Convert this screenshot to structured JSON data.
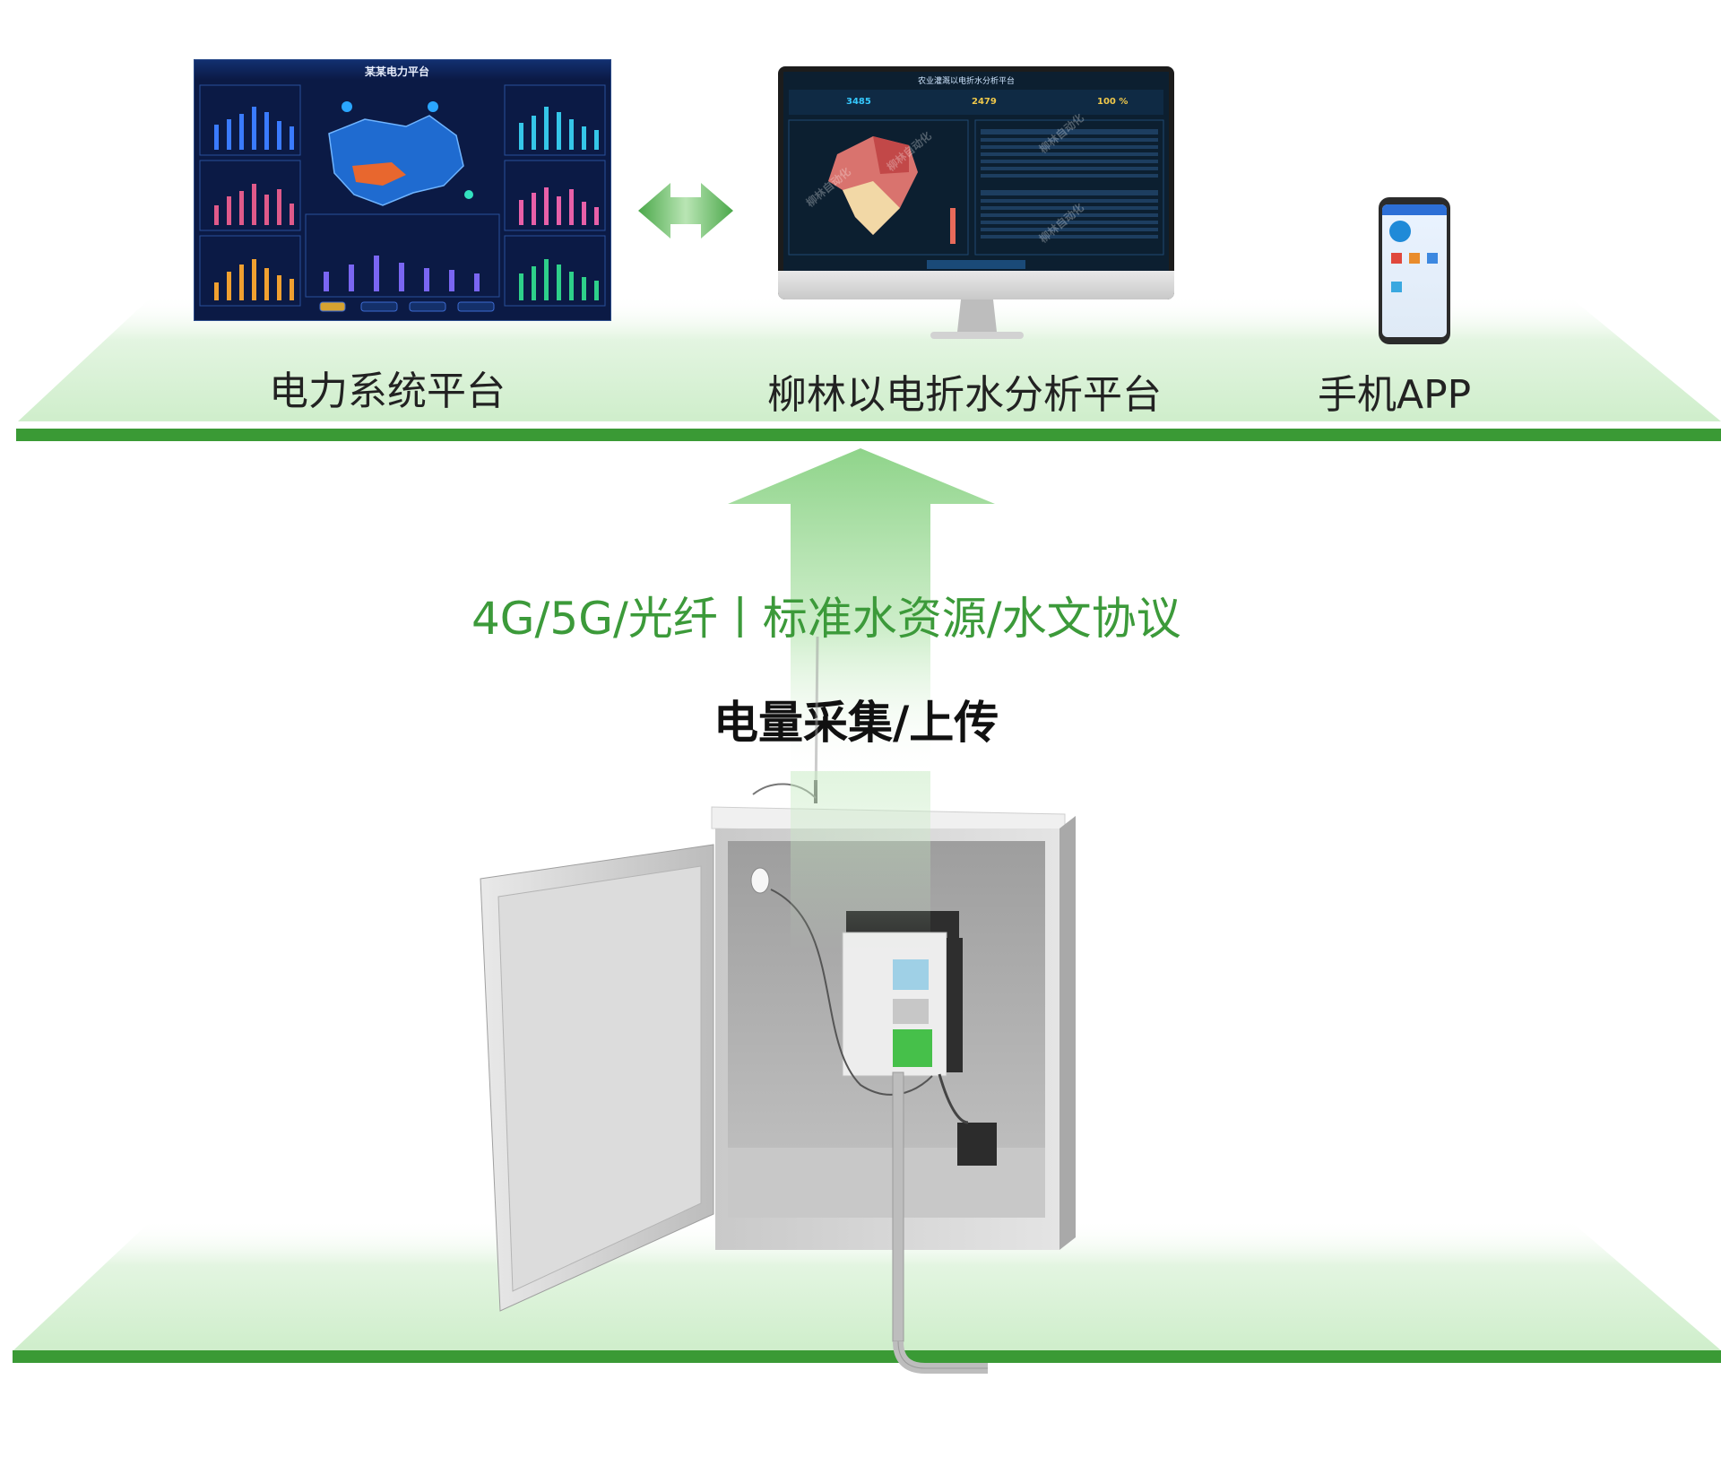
{
  "platforms": {
    "power_label": "电力系统平台",
    "water_label": "柳林以电折水分析平台",
    "app_label": "手机APP"
  },
  "power_screen": {
    "title": "某某电力平台"
  },
  "water_screen": {
    "title": "农业灌溉以电折水分析平台",
    "stats": [
      "3485",
      "2479",
      "100 %"
    ],
    "watermark": "柳林自动化"
  },
  "transport": {
    "protocol_text": "4G/5G/光纤丨标准水资源/水文协议",
    "action_text": "电量采集/上传"
  },
  "colors": {
    "brand_green": "#3a9a35",
    "light_green": "#d6f2d3",
    "text_green": "#3c9a3a",
    "dashboard_blue": "#0b1a45"
  }
}
